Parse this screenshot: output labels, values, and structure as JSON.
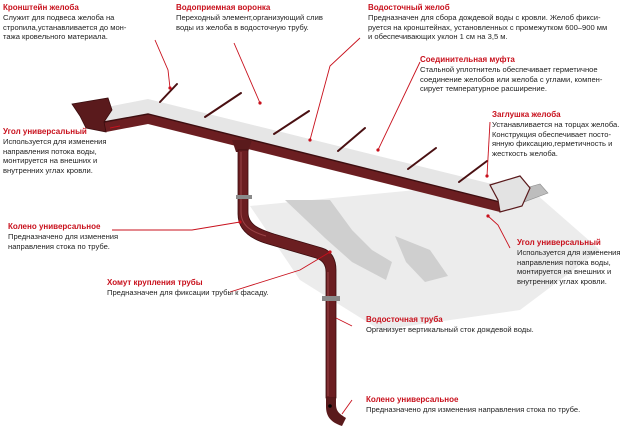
{
  "accent_color": "#c8101c",
  "gutter_color": "#5a1a1c",
  "callouts": [
    {
      "title": "Кронштейн желоба",
      "text": "Служит для подвеса желоба на\nстропила,устанавливается до мон-\nтажа кровельного материала."
    },
    {
      "title": "Водоприемная воронка",
      "text": "Переходный элемент,организующий слив\nводы из желоба в водосточную трубу."
    },
    {
      "title": "Водосточный желоб",
      "text": "Предназначен для сбора дождевой воды с кровли. Желоб фикси-\nруется на кронштейнах, установленных с промежутком 600–900 мм\nи обеспечивающих уклон 1 см на 3,5 м."
    },
    {
      "title": "Соединительная муфта",
      "text": "Стальной уплотнитель обеспечивает герметичное\nсоединение желобов или желоба с углами, компен-\nсирует температурное расширение."
    },
    {
      "title": "Заглушка желоба",
      "text": "Устанавливается на торцах желоба.\nКонструкция обеспечивает посто-\nянную фиксацию,герметичность и\nжесткость желоба."
    },
    {
      "title": "Угол универсальный",
      "text": "Используется для изменения\nнаправления потока воды,\nмонтируется на внешних и\nвнутренних углах кровли."
    },
    {
      "title": "Угол универсальный",
      "text": "Используется для изменения\nнаправления потока воды,\nмонтируется на внешних и\nвнутренних углах кровли."
    },
    {
      "title": "Колено универсальное",
      "text": "Предназначено для изменения\nнаправления стока по трубе."
    },
    {
      "title": "Хомут крупления трубы",
      "text": "Предназначен для фиксации трубы к фасаду."
    },
    {
      "title": "Водосточная труба",
      "text": "Организует вертикальный сток дождевой воды."
    },
    {
      "title": "Колено универсальное",
      "text": "Предназначено для изменения направления стока по трубе."
    }
  ]
}
